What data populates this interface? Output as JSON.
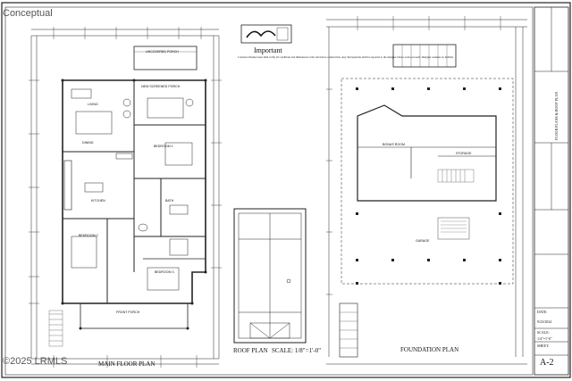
{
  "watermark_top": "Conceptual",
  "watermark_bottom": "©2025 LRMLS",
  "plans": {
    "main_floor": "MAIN FLOOR PLAN",
    "roof": "ROOF PLAN",
    "scale": "SCALE: 1/8\"=1'-0\"",
    "foundation": "FOUNDATION PLAN"
  },
  "rooms": {
    "uncovered_porch": "UNCOVERED PORCH",
    "screened_porch": "NEW SCREENED PORCH",
    "living": "LIVING",
    "bedroom1": "BEDROOM 1",
    "dining": "DINING",
    "kitchen": "KITCHEN",
    "bath": "BATH",
    "bedroom2": "BEDROOM 2",
    "bedroom3": "BEDROOM 3",
    "front_porch": "FRONT PORCH",
    "bonus_room": "BONUS ROOM",
    "storage": "STORAGE",
    "garage": "GARAGE"
  },
  "important": {
    "title": "Important",
    "body": "Contractor/homeowner shall verify all conditions and dimensions at the site before construction. Any discrepancies shall be reported to the designer before work proceeds. Designer assumes no liability."
  },
  "title_block": {
    "sheet_desc": "FLOOR PLANS & ROOF PLAN",
    "date_label": "DATE:",
    "date_value": "9/23/2024",
    "scale_label": "SCALE:",
    "scale_value": "1/4\"=1'-0\"",
    "sheet_label": "SHEET:",
    "sheet_value": "A-2"
  }
}
